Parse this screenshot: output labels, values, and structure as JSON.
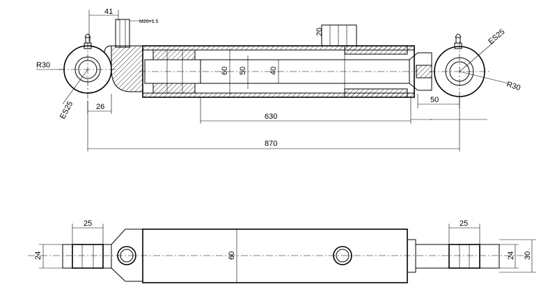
{
  "dimensions": {
    "top_width_41": "41",
    "port_label": "20",
    "radius_left": "R30",
    "radius_right": "R30",
    "spherical_left": "ES25",
    "spherical_right": "ES25",
    "eye_offset_26": "26",
    "stroke_630": "630",
    "overall_870": "870",
    "rod_extension_50": "50",
    "bore_60": "60",
    "rod_50": "50",
    "piston_40": "40",
    "bottom_width_25_left": "25",
    "bottom_width_25_right": "25",
    "bottom_height_24_left": "24",
    "bottom_height_24_right": "24",
    "bottom_height_30": "30",
    "bottom_body_60": "60"
  }
}
